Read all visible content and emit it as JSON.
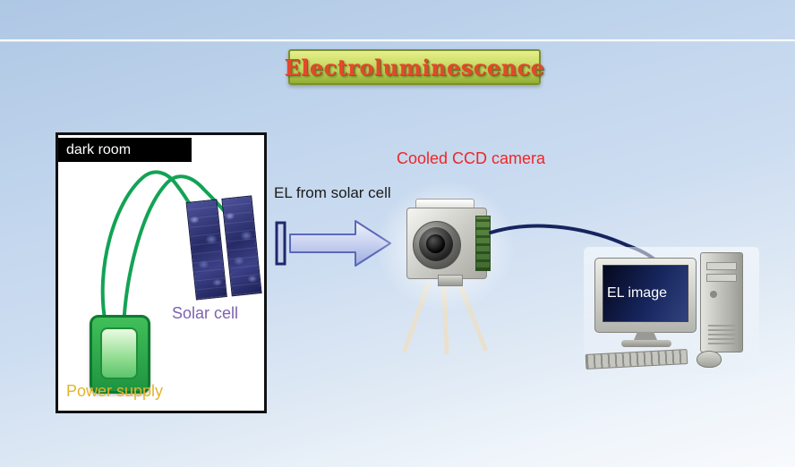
{
  "title": {
    "label": "Electroluminescence"
  },
  "dark_room": {
    "header": "dark room",
    "solar_cell": {
      "label": "Solar cell"
    },
    "power_supply": {
      "label": "Power supply"
    }
  },
  "flow": {
    "arrow_label": "EL from solar cell"
  },
  "camera": {
    "label": "Cooled CCD camera"
  },
  "computer": {
    "screen_label": "EL image"
  },
  "colors": {
    "title_text": "#e2492c",
    "banner_top": "#e6f08b",
    "banner_bottom": "#8fae33",
    "camera_label": "#ee2626",
    "solar_cell_label": "#7e62b0",
    "power_supply_label": "#e4b42a",
    "wire_green": "#12a355",
    "cable_navy": "#16245e",
    "arrow_outline": "#5a68b8"
  }
}
